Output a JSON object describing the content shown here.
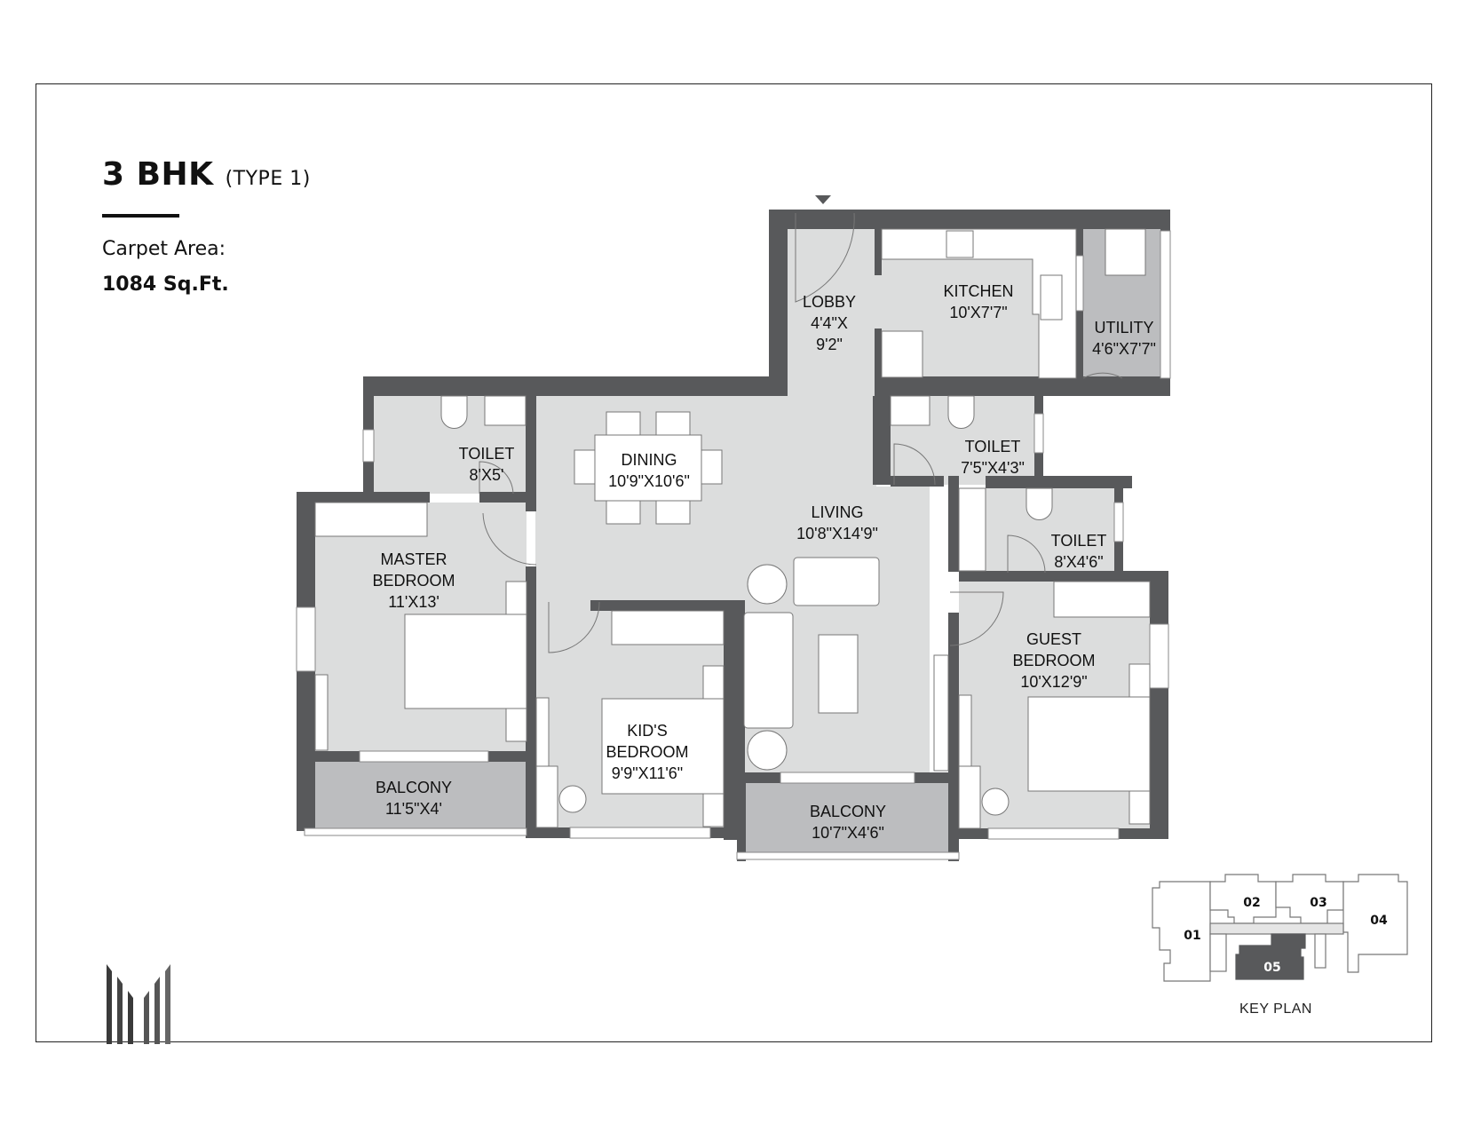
{
  "header": {
    "title": "3 BHK",
    "subtitle": "(TYPE 1)",
    "area_label": "Carpet Area:",
    "area_value": "1084 Sq.Ft."
  },
  "colors": {
    "wall": "#58595b",
    "floor": "#dcdddd",
    "utility_floor": "#bcbdbf",
    "balcony_floor": "#bcbdbf",
    "furniture": "#ffffff",
    "key_plan_highlight": "#58595b"
  },
  "rooms": {
    "lobby": {
      "name": "LOBBY",
      "dim1": "4'4\"X",
      "dim2": "9'2\""
    },
    "kitchen": {
      "name": "KITCHEN",
      "dim": "10'X7'7\""
    },
    "utility": {
      "name": "UTILITY",
      "dim": "4'6\"X7'7\""
    },
    "toilet_master": {
      "name": "TOILET",
      "dim": "8'X5'"
    },
    "dining": {
      "name": "DINING",
      "dim": "10'9\"X10'6\""
    },
    "toilet_common": {
      "name": "TOILET",
      "dim": "7'5\"X4'3\""
    },
    "toilet_guest": {
      "name": "TOILET",
      "dim": "8'X4'6\""
    },
    "living": {
      "name": "LIVING",
      "dim": "10'8\"X14'9\""
    },
    "master_bedroom": {
      "name1": "MASTER",
      "name2": "BEDROOM",
      "dim": "11'X13'"
    },
    "kids_bedroom": {
      "name1": "KID'S",
      "name2": "BEDROOM",
      "dim": "9'9\"X11'6\""
    },
    "guest_bedroom": {
      "name1": "GUEST",
      "name2": "BEDROOM",
      "dim": "10'X12'9\""
    },
    "balcony_master": {
      "name": "BALCONY",
      "dim": "11'5\"X4'"
    },
    "balcony_living": {
      "name": "BALCONY",
      "dim": "10'7\"X4'6\""
    }
  },
  "entrance_marker": "entrance-arrow",
  "key_plan": {
    "caption": "KEY PLAN",
    "units": [
      "01",
      "02",
      "03",
      "04",
      "05"
    ],
    "highlighted": "05"
  },
  "logo": "brand-logo-m"
}
